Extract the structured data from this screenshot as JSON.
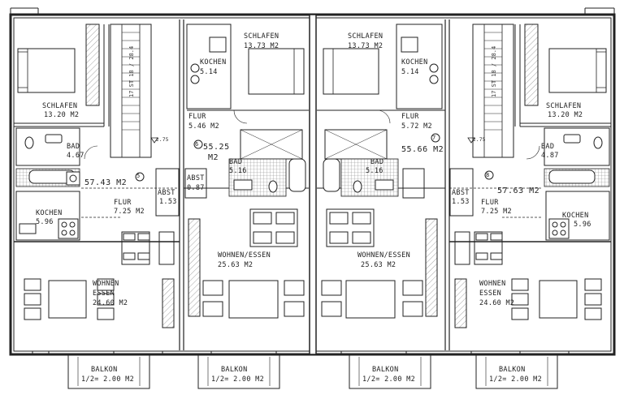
{
  "plan": {
    "units": [
      {
        "total_area": "57.43 M2",
        "unit_no": "5",
        "rooms": [
          {
            "id": "schlafen",
            "name": "SCHLAFEN",
            "area": "13.20 M2"
          },
          {
            "id": "bad",
            "name": "BAD",
            "area": "4.67"
          },
          {
            "id": "flur",
            "name": "FLUR",
            "area": "7.25 M2"
          },
          {
            "id": "abst",
            "name": "ABST",
            "area": "1.53"
          },
          {
            "id": "kochen",
            "name": "KOCHEN",
            "area": "5.96"
          },
          {
            "id": "wohnen",
            "name": "WOHNEN",
            "name2": "ESSEN",
            "area": "24.60 M2"
          },
          {
            "id": "balkon",
            "name": "BALKON",
            "area": "1/2= 2.00 M2"
          }
        ]
      },
      {
        "total_area_line1": "55.25",
        "total_area_line2": "M2",
        "unit_no": "6",
        "rooms": [
          {
            "id": "kochen",
            "name": "KOCHEN",
            "area": "5.14"
          },
          {
            "id": "schlafen",
            "name": "SCHLAFEN",
            "area": "13.73 M2"
          },
          {
            "id": "flur",
            "name": "FLUR",
            "area": "5.46 M2"
          },
          {
            "id": "bad",
            "name": "BAD",
            "area": "5.16"
          },
          {
            "id": "abst",
            "name": "ABST",
            "area": "0.87"
          },
          {
            "id": "wohnen",
            "name": "WOHNEN/ESSEN",
            "area": "25.63 M2"
          },
          {
            "id": "balkon",
            "name": "BALKON",
            "area": "1/2= 2.00 M2"
          }
        ]
      },
      {
        "total_area": "55.66 M2",
        "unit_no": "7",
        "rooms": [
          {
            "id": "schlafen",
            "name": "SCHLAFEN",
            "area": "13.73 M2"
          },
          {
            "id": "kochen",
            "name": "KOCHEN",
            "area": "5.14"
          },
          {
            "id": "flur",
            "name": "FLUR",
            "area": "5.72 M2"
          },
          {
            "id": "bad",
            "name": "BAD",
            "area": "5.16"
          },
          {
            "id": "wohnen",
            "name": "WOHNEN/ESSEN",
            "area": "25.63 M2"
          },
          {
            "id": "balkon",
            "name": "BALKON",
            "area": "1/2= 2.00 M2"
          }
        ]
      },
      {
        "total_area": "57.63 M2",
        "unit_no": "8",
        "rooms": [
          {
            "id": "schlafen",
            "name": "SCHLAFEN",
            "area": "13.20 M2"
          },
          {
            "id": "bad",
            "name": "BAD",
            "area": "4.87"
          },
          {
            "id": "abst",
            "name": "ABST",
            "area": "1.53"
          },
          {
            "id": "flur",
            "name": "FLUR",
            "area": "7.25 M2"
          },
          {
            "id": "kochen",
            "name": "KOCHEN",
            "area": "5.96"
          },
          {
            "id": "wohnen",
            "name": "WOHNEN",
            "name2": "ESSEN",
            "area": "24.60 M2"
          },
          {
            "id": "balkon",
            "name": "BALKON",
            "area": "1/2= 2.00 M2"
          }
        ]
      }
    ],
    "stairs": {
      "steps": "17 ST 18 / 28.4",
      "level_mark": "2.75"
    }
  }
}
